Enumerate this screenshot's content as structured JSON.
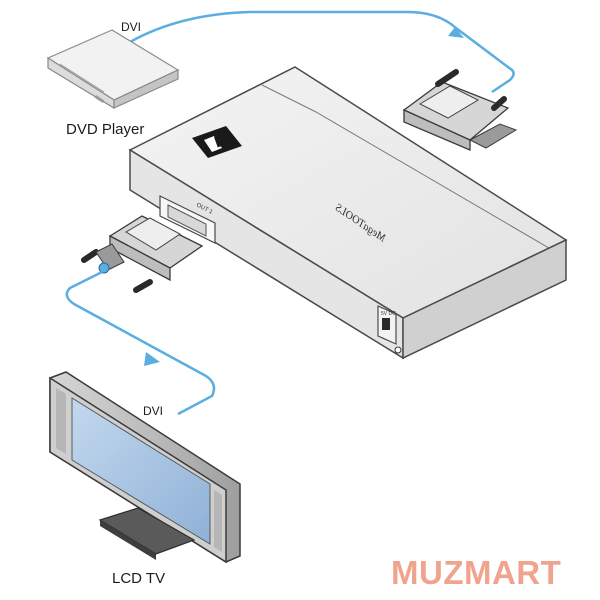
{
  "labels": {
    "dvi_top": "DVI",
    "dvd_player": "DVD Player",
    "dvi_bottom": "DVI",
    "lcd_tv": "LCD TV"
  },
  "device": {
    "port_label": "OUT 1",
    "brand_text": "MegaTOOLS",
    "power_label": "5V DC"
  },
  "watermark": "MUZMART",
  "colors": {
    "cable": "#5aaee0",
    "device_body": "#ececec",
    "outline": "#4a4a4a",
    "screen": "#a9c6e4",
    "watermark": "#f0a48e"
  },
  "icons": [
    "kramer-logo-icon",
    "dvi-connector-icon",
    "power-jack-icon",
    "arrow-icon"
  ]
}
